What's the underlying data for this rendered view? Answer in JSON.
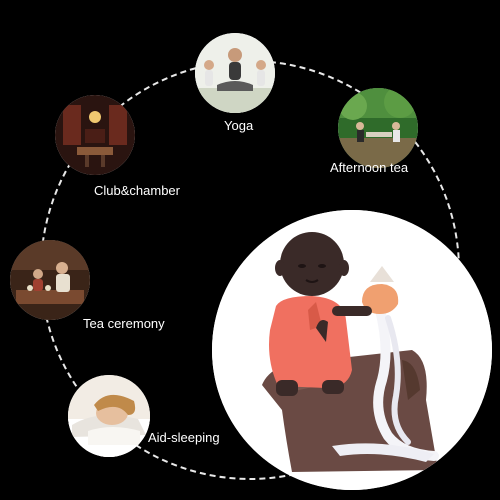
{
  "labels": {
    "yoga": "Yoga",
    "afternoon_tea": "Afternoon tea",
    "club_chamber": "Club&chamber",
    "tea_ceremony": "Tea ceremony",
    "aid_sleeping": "Aid-sleeping"
  },
  "colors": {
    "background": "#000000",
    "ring": "#e8e8e8",
    "robe": "#f07060",
    "monk_skin": "#3a2a28",
    "rock": "#6a4a44",
    "cone": "#f0a070",
    "smoke": "#f4f4f8"
  },
  "icons": {
    "yoga": "yoga-photo",
    "afternoon_tea": "garden-photo",
    "club_chamber": "club-interior-photo",
    "tea_ceremony": "tea-ceremony-photo",
    "aid_sleeping": "sleeping-woman-photo",
    "product": "monk-incense-burner"
  }
}
